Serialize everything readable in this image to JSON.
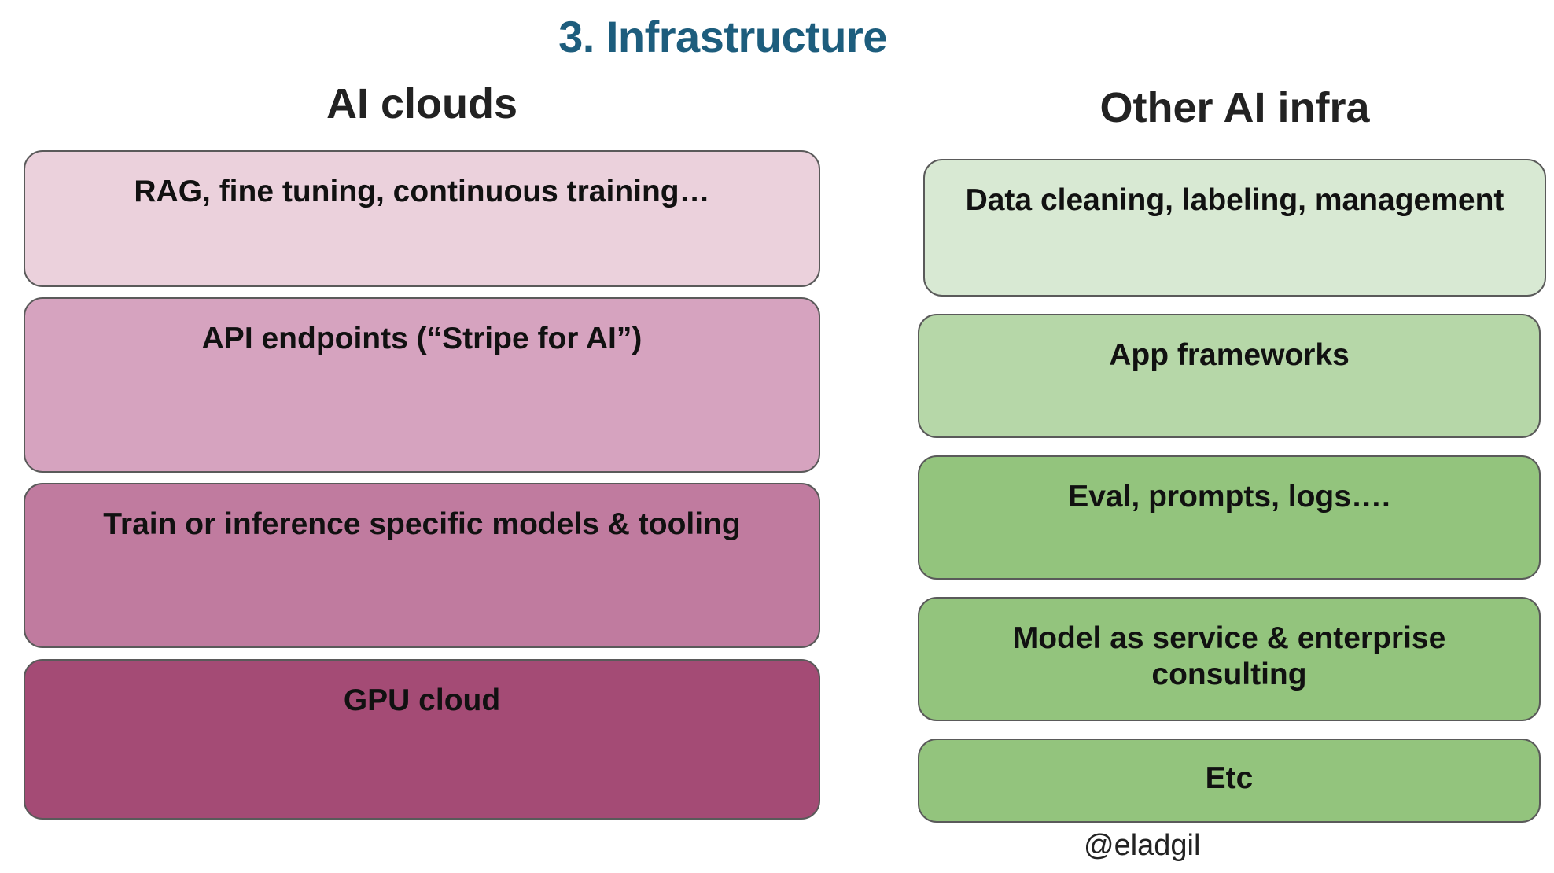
{
  "title": "3. Infrastructure",
  "ai_clouds": {
    "heading": "AI clouds",
    "layers": [
      {
        "label": "RAG, fine tuning, continuous training…",
        "color": "#ebd1dc"
      },
      {
        "label": "API endpoints (“Stripe for AI”)",
        "color": "#d6a3bf"
      },
      {
        "label": "Train or inference specific models & tooling",
        "color": "#c07b9f"
      },
      {
        "label": "GPU cloud",
        "color": "#a44b75"
      }
    ]
  },
  "other_ai_infra": {
    "heading": "Other AI infra",
    "layers": [
      {
        "label": "Data cleaning, labeling, management",
        "color": "#d8e9d3"
      },
      {
        "label": "App frameworks",
        "color": "#b6d7a8"
      },
      {
        "label": "Eval, prompts, logs….",
        "color": "#93c47d"
      },
      {
        "label": "Model as service & enterprise consulting",
        "color": "#93c47d"
      },
      {
        "label": "Etc",
        "color": "#93c47d"
      }
    ]
  },
  "footer": "@eladgil"
}
